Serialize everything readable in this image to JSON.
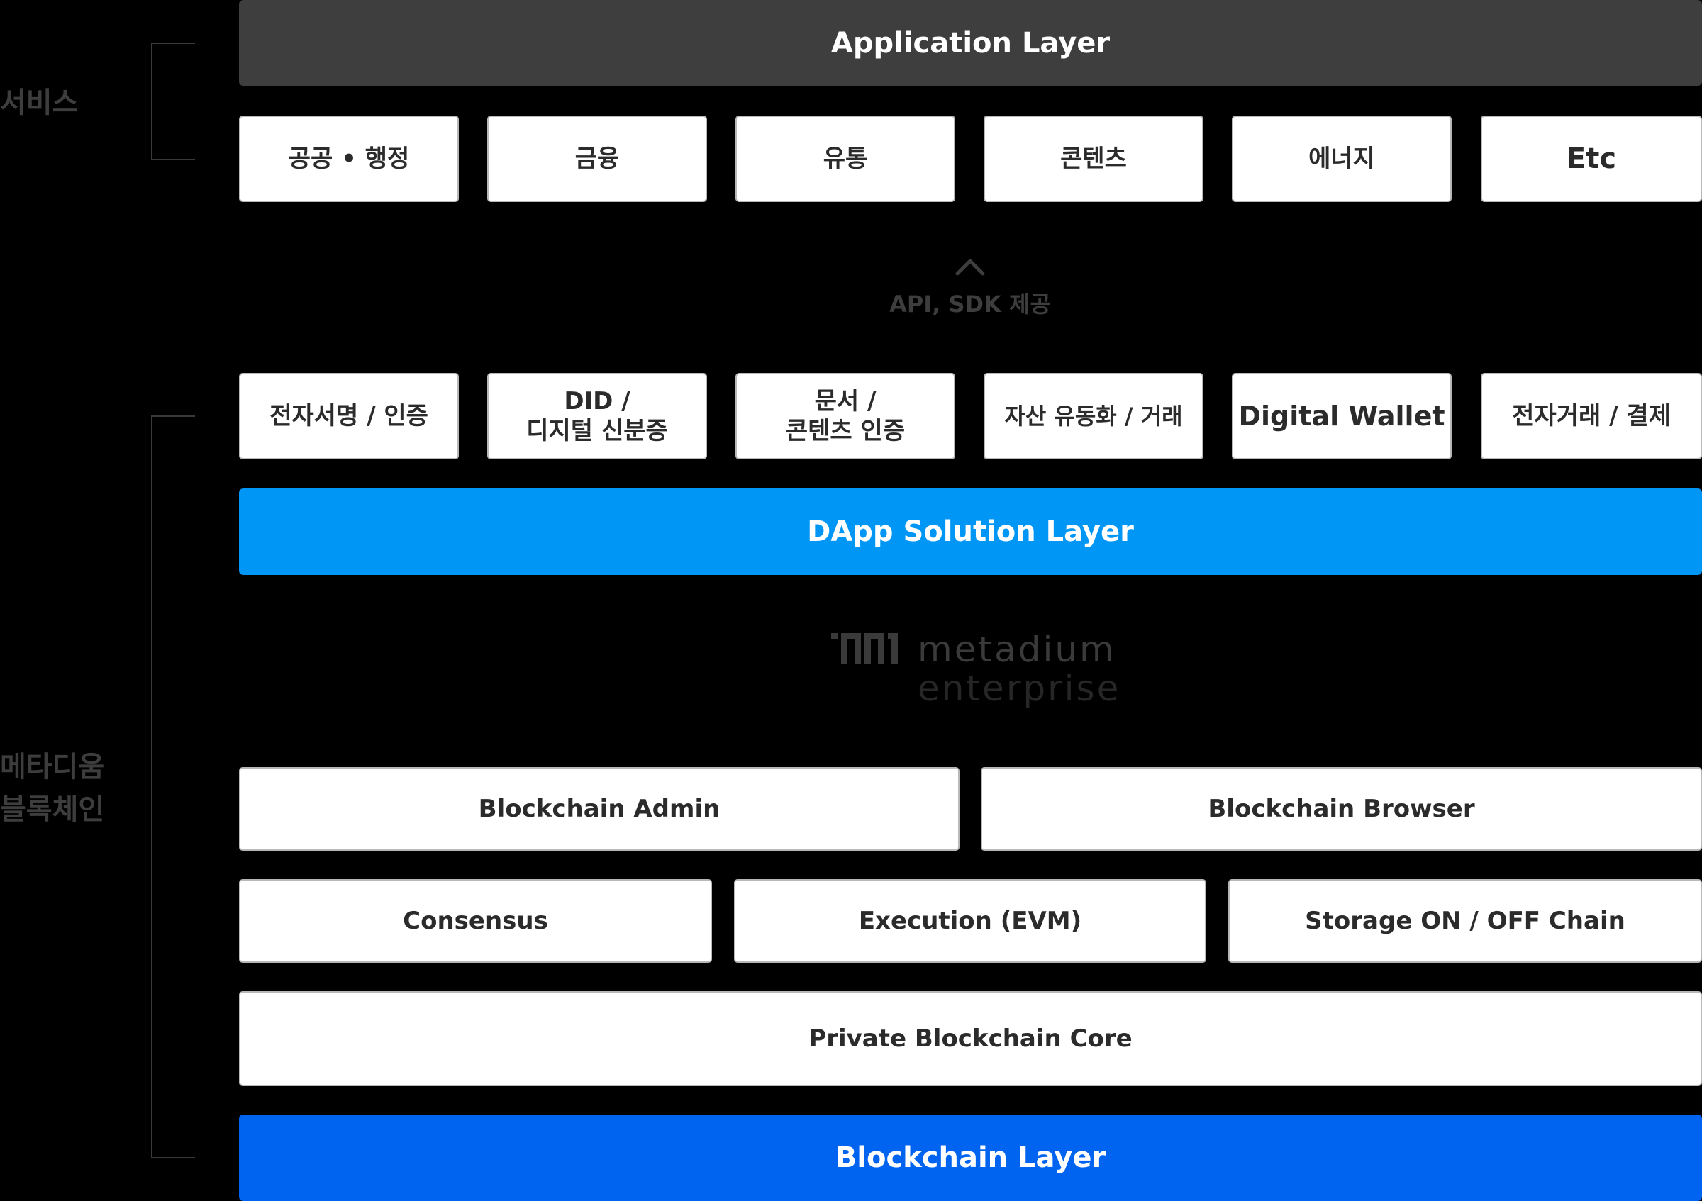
{
  "side_labels": {
    "service": "서비스",
    "metadium_blockchain": "메타디움\n블록체인"
  },
  "application_layer": {
    "label": "Application Layer",
    "color": "#3e3e3e"
  },
  "service_boxes": [
    "공공 • 행정",
    "금융",
    "유통",
    "콘텐츠",
    "에너지",
    "Etc"
  ],
  "api_caption": "API, SDK 제공",
  "solution_boxes": [
    "전자서명 / 인증",
    "DID /\n디지털 신분증",
    "문서 /\n콘텐츠 인증",
    "자산 유동화 / 거래",
    "Digital Wallet",
    "전자거래 / 결제"
  ],
  "dapp_layer": {
    "label": "DApp Solution Layer",
    "color": "#0096f5"
  },
  "logo": {
    "name": "metadium",
    "sub": "enterprise",
    "icon": "metadium-logo-icon"
  },
  "admin_row": [
    "Blockchain Admin",
    "Blockchain Browser"
  ],
  "core_row": [
    "Consensus",
    "Execution (EVM)",
    "Storage ON / OFF Chain"
  ],
  "core_box": "Private Blockchain Core",
  "blockchain_layer": {
    "label": "Blockchain Layer",
    "color": "#0064f0"
  }
}
